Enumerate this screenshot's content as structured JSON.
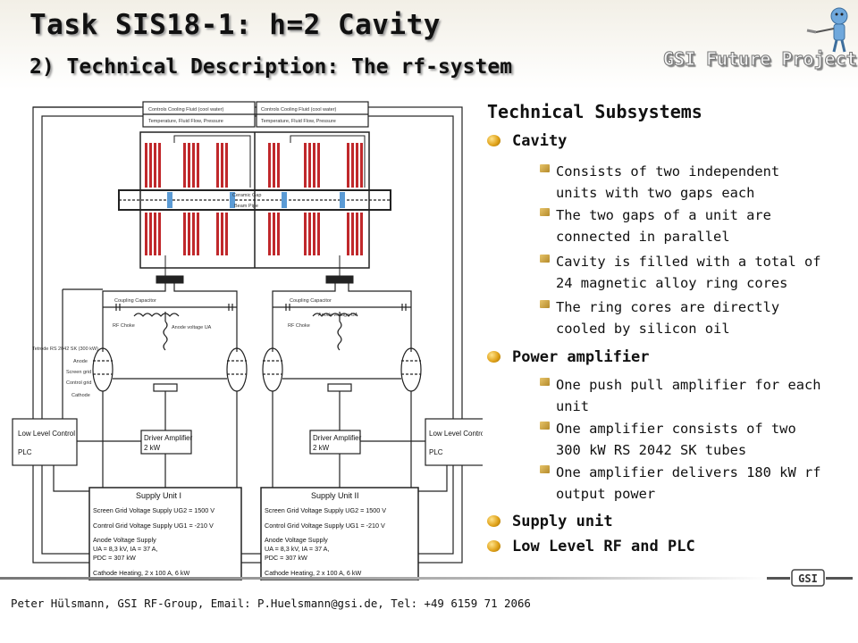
{
  "header": {
    "title": "Task SIS18-1: h=2 Cavity",
    "subtitle": "2) Technical Description: The rf-system",
    "logo_text": "GSI Future Project"
  },
  "diagram": {
    "labels": {
      "top_box_left_1": "Controls Cooling Fluid (cool water)",
      "top_box_left_2": "Temperature, Fluid Flow, Pressure",
      "top_box_right_1": "Controls Cooling Fluid (cool water)",
      "top_box_right_2": "Temperature, Fluid Flow, Pressure",
      "gap_center_1": "Ceramic Gap",
      "gap_center_2": "Beam Pipe",
      "coupling_left": "Coupling Capacitor",
      "coupling_right": "Coupling Capacitor",
      "rf_choke_left": "RF Choke",
      "rf_choke_right": "RF Choke",
      "anode_left": "Anode voltage UA",
      "anode_right": "Anode voltage UA",
      "tube_label": "Tetrode RS 2042 SK (300 kW)",
      "anode_short": "Anode",
      "screen_grid": "Screen grid",
      "control_grid": "Control grid",
      "cathode": "Cathode",
      "llc_left_title": "Low Level Control",
      "llc_left_sub": "PLC",
      "llc_right_title": "Low Level Control",
      "llc_right_sub": "PLC",
      "driver_left_title": "Driver Amplifier",
      "driver_left_sub": "2 kW",
      "driver_right_title": "Driver Amplifier",
      "driver_right_sub": "2 kW"
    },
    "supply_left": {
      "title": "Supply Unit I",
      "line1": "Screen Grid Voltage Supply UG2 = 1500 V",
      "line2": "Control Grid Voltage Supply UG1 = -210 V",
      "line3": "Anode Voltage Supply",
      "line4": "UA = 8,3 kV, IA = 37 A,",
      "line5": "PDC = 307 kW",
      "line6": "Cathode Heating, 2 x 100 A, 6 kW"
    },
    "supply_right": {
      "title": "Supply Unit II",
      "line1": "Screen Grid Voltage Supply UG2 = 1500 V",
      "line2": "Control Grid Voltage Supply UG1 = -210 V",
      "line3": "Anode Voltage Supply",
      "line4": "UA = 8,3 kV, IA = 37 A,",
      "line5": "PDC = 307 kW",
      "line6": "Cathode Heating, 2 x 100 A, 6 kW"
    }
  },
  "subsystems": {
    "heading": "Technical Subsystems",
    "cavity": {
      "label": "Cavity",
      "items": [
        "Consists of two independent units with two gaps each",
        "The two gaps of a unit are connected in parallel",
        "Cavity is filled with a total of 24 magnetic alloy ring cores",
        "The ring cores are directly cooled by silicon oil"
      ]
    },
    "power_amplifier": {
      "label": "Power amplifier",
      "items": [
        "One push pull amplifier for each unit",
        "One amplifier consists of two 300 kW RS 2042 SK tubes",
        "One amplifier delivers 180 kW rf output power"
      ]
    },
    "supply_unit": {
      "label": "Supply unit"
    },
    "llrf": {
      "label": "Low Level RF and PLC"
    }
  },
  "footer": {
    "text": "Peter Hülsmann, GSI RF-Group, Email: P.Huelsmann@gsi.de, Tel: +49 6159 71 2066",
    "gsi_logo": "GSI"
  },
  "colors": {
    "core_red": "#c0282b",
    "gap_blue": "#5b9bd5",
    "bullet_gold": "#e0a21a"
  }
}
